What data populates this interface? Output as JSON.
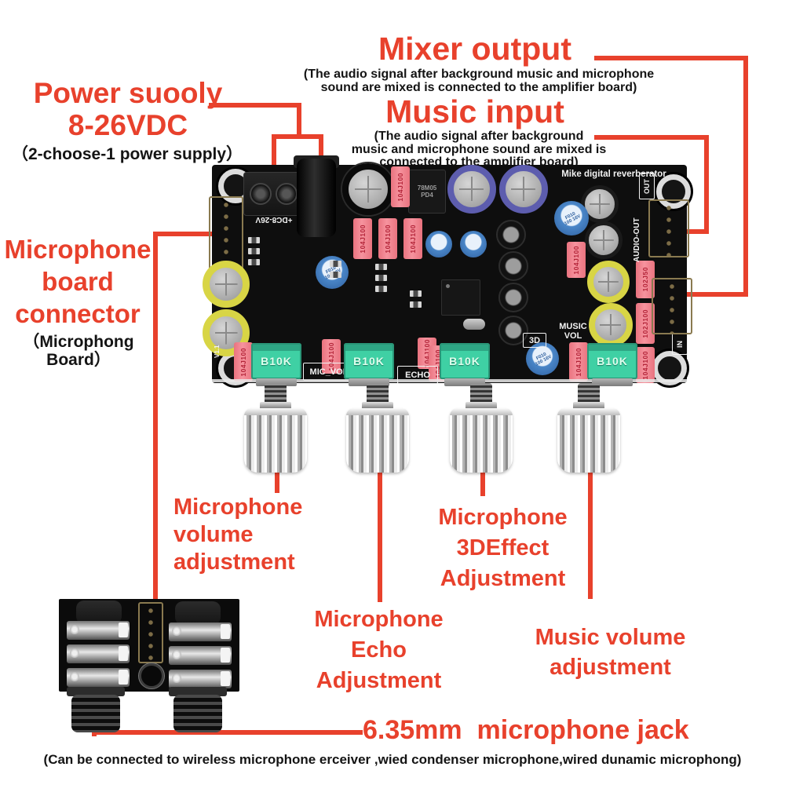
{
  "colors": {
    "accent_red": "#e8412c",
    "text_black": "#141414",
    "pcb_black": "#0e0e0e",
    "pot_green": "#3fd0a4",
    "cap_pink": "#f6939e"
  },
  "annotations": {
    "power_supply": {
      "title": "Power suooly\n8-26VDC",
      "subtitle": "（2-choose-1 power supply）"
    },
    "mixer_output": {
      "title": "Mixer output",
      "subtitle": "(The audio signal after background music and microphone\nsound are mixed is connected to the amplifier board)"
    },
    "music_input": {
      "title": "Music input",
      "subtitle": "(The audio signal after background\nmusic and microphone sound are mixed is\nconnected to the amplifier board)"
    },
    "mic_board_connector": {
      "title": "Microphone\nboard\nconnector",
      "subtitle": "（Microphong\nBoard）"
    },
    "mic_volume": {
      "title": "Microphone\nvolume\nadjustment"
    },
    "mic_echo": {
      "title": "Microphone\nEcho\nAdjustment"
    },
    "mic_3d": {
      "title": "Microphone\n3DEffect\nAdjustment"
    },
    "music_volume": {
      "title": "Music volume\nadjustment"
    },
    "jack": {
      "title": "6.35mm  microphone jack",
      "subtitle": "(Can be connected to wireless microphone erceiver ,wied condenser microphone,wired dunamic microphong)"
    }
  },
  "board": {
    "brand": "Mike digital reverberator",
    "power_silk": "+DC8-26V",
    "regulator": "78M05\nPD4",
    "cap_label": "104J100",
    "cap_label_2": "102J50",
    "cap_label_3": "102J100",
    "small_cap_label": "F010\n100 16V",
    "pot_label": "B10K",
    "silk_mic_vol": "MIC_VOL",
    "silk_echo": "ECHO",
    "silk_3d": "3D",
    "silk_music_vol": "MUSIC\nVOL",
    "silk_audio_out": "AUDIO-OUT",
    "silk_out": "OUT",
    "silk_in": "IN",
    "version": "V1.1"
  }
}
